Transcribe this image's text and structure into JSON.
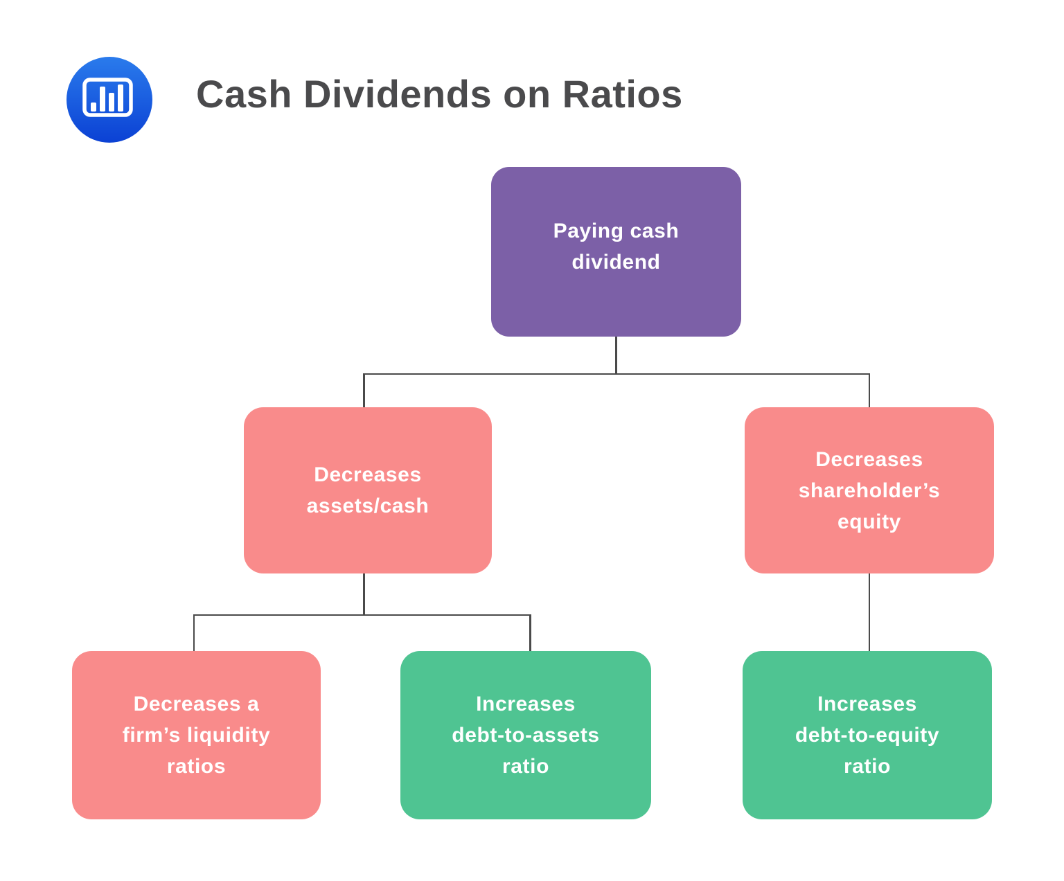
{
  "header": {
    "title": "Cash Dividends on Ratios",
    "icon": {
      "name": "bar-chart-icon",
      "circle_top_color": "#2A7BEC",
      "circle_bottom_color": "#0B41D4",
      "glyph_color": "#ffffff"
    }
  },
  "colors": {
    "title": "#4A4A4C",
    "line": "#4A4A4A",
    "node_text": "#FFFFFF",
    "purple": "#7C60A7",
    "salmon": "#F98B8B",
    "green": "#4FC492",
    "background": "#FFFFFF"
  },
  "diagram": {
    "nodes": [
      {
        "id": "paying-cash-dividend",
        "label": "Paying cash\ndividend",
        "color": "#7C60A7",
        "level": 1
      },
      {
        "id": "decreases-assets-cash",
        "label": "Decreases\nassets/cash",
        "color": "#F98B8B",
        "level": 2
      },
      {
        "id": "decreases-shareholders-equity",
        "label": "Decreases\nshareholder’s\nequity",
        "color": "#F98B8B",
        "level": 2
      },
      {
        "id": "decreases-liquidity-ratios",
        "label": "Decreases a\nfirm’s liquidity\nratios",
        "color": "#F98B8B",
        "level": 3
      },
      {
        "id": "increases-debt-to-assets",
        "label": "Increases\ndebt-to-assets\nratio",
        "color": "#4FC492",
        "level": 3
      },
      {
        "id": "increases-debt-to-equity",
        "label": "Increases\ndebt-to-equity\nratio",
        "color": "#4FC492",
        "level": 3
      }
    ],
    "edges": [
      {
        "from": "paying-cash-dividend",
        "to": "decreases-assets-cash"
      },
      {
        "from": "paying-cash-dividend",
        "to": "decreases-shareholders-equity"
      },
      {
        "from": "decreases-assets-cash",
        "to": "decreases-liquidity-ratios"
      },
      {
        "from": "decreases-assets-cash",
        "to": "increases-debt-to-assets"
      },
      {
        "from": "decreases-shareholders-equity",
        "to": "increases-debt-to-equity"
      }
    ]
  }
}
